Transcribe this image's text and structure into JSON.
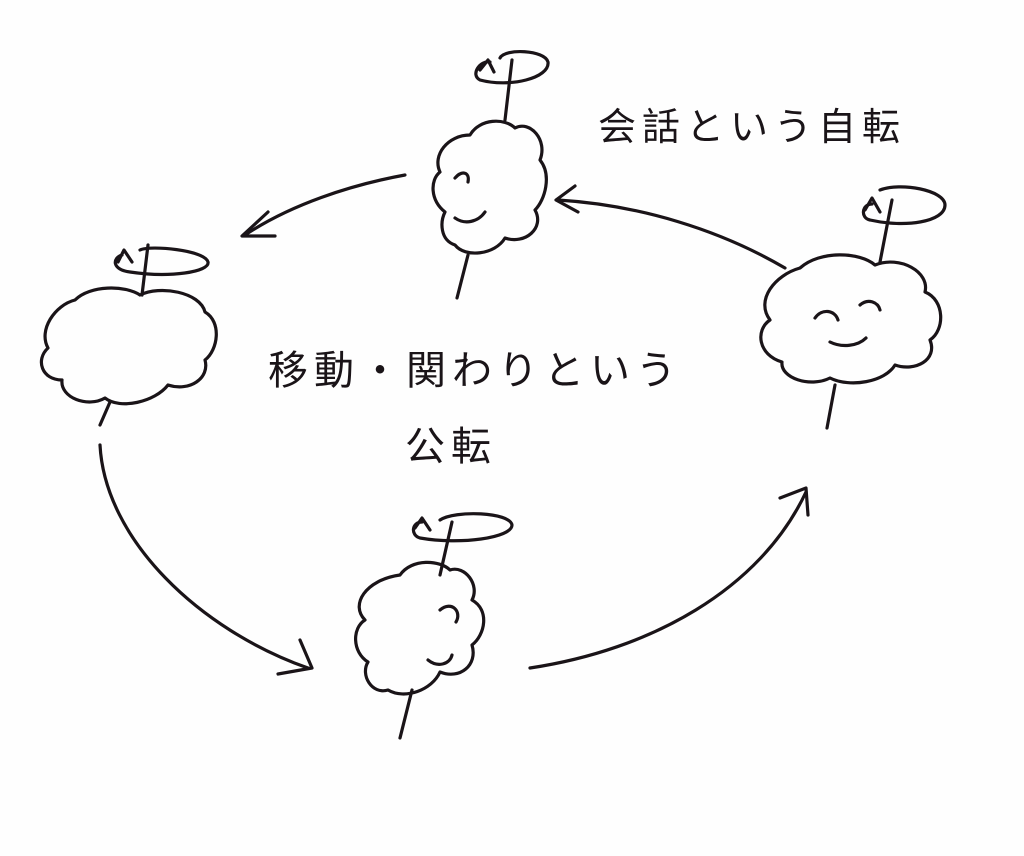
{
  "diagram": {
    "labels": {
      "rotation": "会話という自転",
      "revolution_line1": "移動・関わりという",
      "revolution_line2": "公転"
    },
    "ink_color": "#1a1418",
    "nodes": [
      "cloud-person-top",
      "cloud-person-left",
      "cloud-person-bottom",
      "cloud-person-right"
    ]
  }
}
